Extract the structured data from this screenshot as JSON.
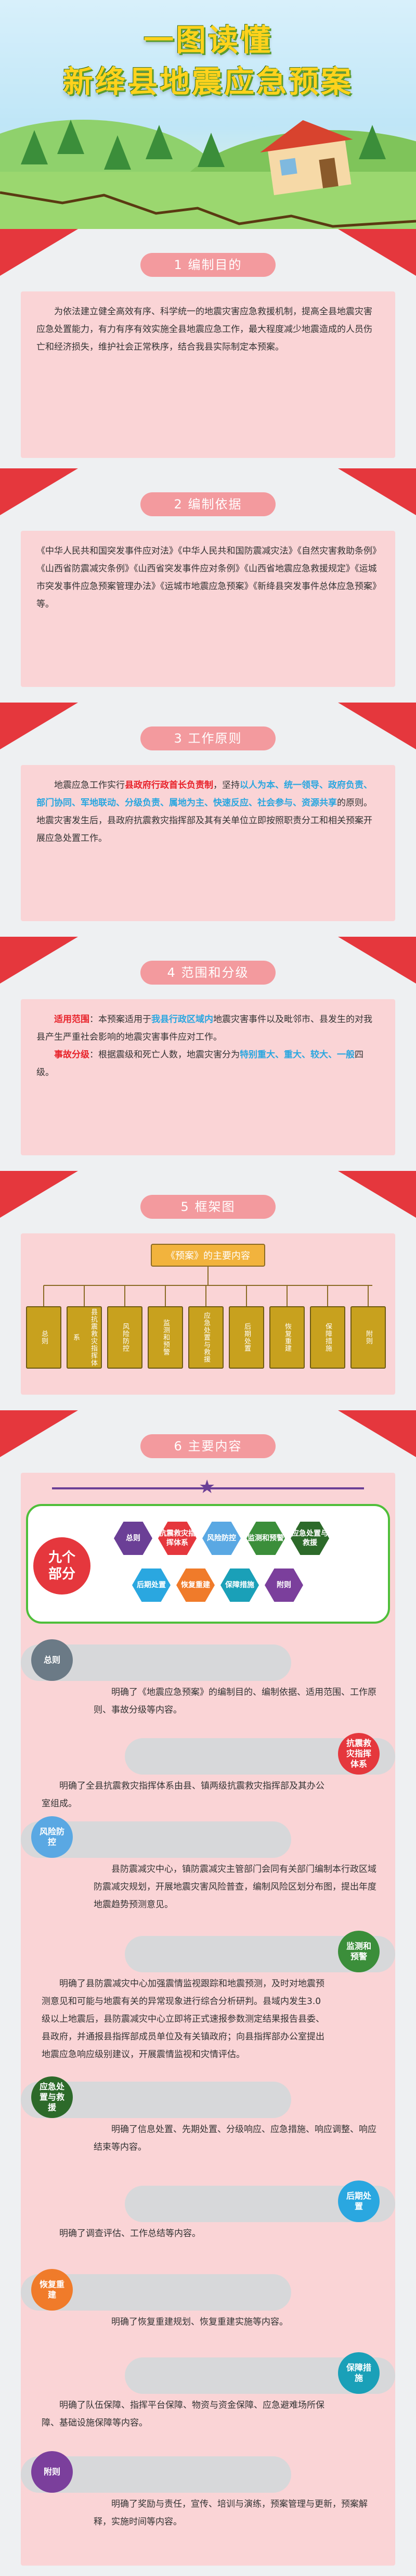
{
  "header": {
    "title_line1": "一图读懂",
    "title_line2": "新绛县地震应急预案"
  },
  "sections": [
    {
      "label": "1  编制目的",
      "text": "为依法建立健全高效有序、科学统一的地震灾害应急救援机制，提高全县地震灾害应急处置能力，有力有序有效实施全县地震应急工作，最大程度减少地震造成的人员伤亡和经济损失，维护社会正常秩序，结合我县实际制定本预案。"
    },
    {
      "label": "2  编制依据",
      "text": "《中华人民共和国突发事件应对法》《中华人民共和国防震减灾法》《自然灾害救助条例》《山西省防震减灾条例》《山西省突发事件应对条例》《山西省地震应急救援规定》《运城市突发事件应急预案管理办法》《运城市地震应急预案》《新绛县突发事件总体应急预案》等。"
    },
    {
      "label": "3  工作原则",
      "p1": "地震应急工作实行",
      "h1": "县政府行政首长负责制",
      "p2": "，坚持",
      "h2": "以人为本、统一领导、政府负责、部门协同、军地联动、分级负责、属地为主、快速反应、社会参与、资源共享",
      "p3": "的原则。地震灾害发生后，县政府抗震救灾指挥部及其有关单位立即按照职责分工和相关预案开展应急处置工作。"
    },
    {
      "label": "4  范围和分级",
      "a_label": "适用范围",
      "a_p1": "：本预案适用于",
      "a_h1": "我县行政区域内",
      "a_p2": "地震灾害事件以及毗邻市、县发生的对我县产生严重社会影响的地震灾害事件应对工作。",
      "b_label": "事故分级",
      "b_p1": "：根据震级和死亡人数，地震灾害分为",
      "b_h1": "特别重大、重大、较大、一般",
      "b_p2": "四级。"
    },
    {
      "label": "5  框架图"
    },
    {
      "label": "6  主要内容"
    }
  ],
  "framework": {
    "top": "《预案》的主要内容",
    "boxes": [
      "总则",
      "县抗震救灾指挥体系",
      "风险防控",
      "监测和预警",
      "应急处置与救援",
      "后期处置",
      "恢复重建",
      "保障措施",
      "附则"
    ]
  },
  "main_content": {
    "parts_label": "九个部分",
    "hexes": [
      {
        "label": "总则",
        "color": "#6b3f96"
      },
      {
        "label": "抗震救灾指挥体系",
        "color": "#e5373d"
      },
      {
        "label": "风险防控",
        "color": "#5aa8e3"
      },
      {
        "label": "监测和预警",
        "color": "#3b8e3a"
      },
      {
        "label": "应急处置与救援",
        "color": "#2d6a2a"
      },
      {
        "label": "后期处置",
        "color": "#2aa7e0"
      },
      {
        "label": "恢复重建",
        "color": "#f07b2a"
      },
      {
        "label": "保障措施",
        "color": "#1aa0b8"
      },
      {
        "label": "附则",
        "color": "#7b3f9c"
      }
    ],
    "items": [
      {
        "label": "总则",
        "color": "#6b7a86",
        "text": "明确了《地震应急预案》的编制目的、编制依据、适用范围、工作原则、事故分级等内容。"
      },
      {
        "label": "抗震救灾指挥体系",
        "color": "#e5373d",
        "text": "明确了全县抗震救灾指挥体系由县、镇两级抗震救灾指挥部及其办公室组成。"
      },
      {
        "label": "风险防控",
        "color": "#5aa8e3",
        "text": "县防震减灾中心，镇防震减灾主管部门会同有关部门编制本行政区域防震减灾规划，开展地震灾害风险普查，编制风险区划分布图，提出年度地震趋势预测意见。"
      },
      {
        "label": "监测和预警",
        "color": "#3b8e3a",
        "text": "明确了县防震减灾中心加强震情监视跟踪和地震预测，及时对地震预测意见和可能与地震有关的异常现象进行综合分析研判。县域内发生3.0级以上地震后，县防震减灾中心立即将正式速报参数测定结果报告县委、县政府，并通报县指挥部成员单位及有关镇政府；向县指挥部办公室提出地震应急响应级别建议，开展震情监视和灾情评估。"
      },
      {
        "label": "应急处置与救援",
        "color": "#2d6a2a",
        "text": "明确了信息处置、先期处置、分级响应、应急措施、响应调整、响应结束等内容。"
      },
      {
        "label": "后期处置",
        "color": "#2aa7e0",
        "text": "明确了调查评估、工作总结等内容。"
      },
      {
        "label": "恢复重建",
        "color": "#f07b2a",
        "text": "明确了恢复重建规划、恢复重建实施等内容。"
      },
      {
        "label": "保障措施",
        "color": "#1aa0b8",
        "text": "明确了队伍保障、指挥平台保障、物资与资金保障、应急避难场所保障、基础设施保障等内容。"
      },
      {
        "label": "附则",
        "color": "#7b3f9c",
        "text": "明确了奖励与责任，宣传、培训与演练，预案管理与更新，预案解释，实施时间等内容。"
      }
    ]
  }
}
